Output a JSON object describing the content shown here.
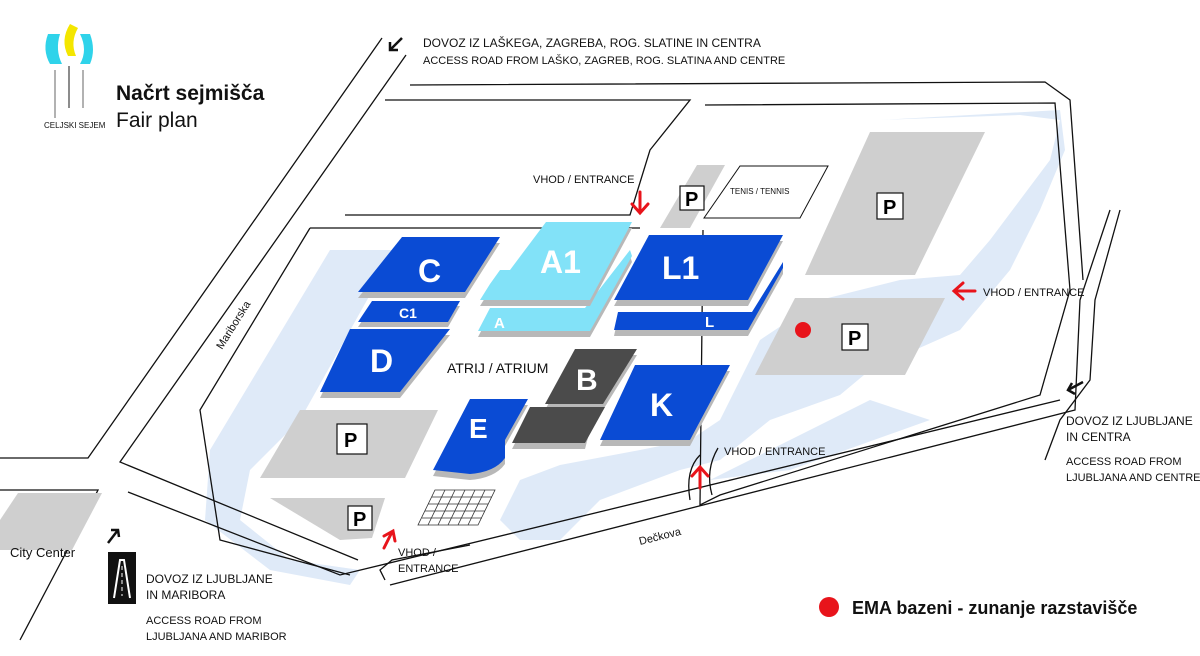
{
  "header": {
    "logo_text": "CELJSKI SEJEM",
    "title_sl": "Načrt sejmišča",
    "title_en": "Fair plan"
  },
  "halls": {
    "c": "C",
    "c1": "C1",
    "d": "D",
    "a1": "A1",
    "a": "A",
    "l1": "L1",
    "l": "L",
    "b": "B",
    "k": "K",
    "e": "E"
  },
  "labels": {
    "atrium_sl": "ATRIJ",
    "atrium_sep": "/",
    "atrium_en": "ATRIUM",
    "tennis": "TENIS / TENNIS",
    "parking": "P",
    "street_mariborska": "Mariborska",
    "street_deckova": "Dečkova",
    "city_center": "City Center"
  },
  "entrances": {
    "north": "VHOD / ENTRANCE",
    "east": "VHOD / ENTRANCE",
    "south_east": "VHOD / ENTRANCE",
    "south_line1": "VHOD /",
    "south_line2": "ENTRANCE"
  },
  "access_roads": {
    "north_sl": "DOVOZ IZ LAŠKEGA, ZAGREBA, ROG. SLATINE IN CENTRA",
    "north_en": "ACCESS ROAD FROM LAŠKO, ZAGREB, ROG. SLATINA AND CENTRE",
    "east_sl_1": "DOVOZ IZ LJUBLJANE",
    "east_sl_2": "IN CENTRA",
    "east_en_1": "ACCESS ROAD FROM",
    "east_en_2": "LJUBLJANA AND CENTRE",
    "south_sl_1": "DOVOZ IZ LJUBLJANE",
    "south_sl_2": "IN MARIBORA",
    "south_en_1": "ACCESS ROAD FROM",
    "south_en_2": "LJUBLJANA AND MARIBOR"
  },
  "legend": {
    "ema": "EMA bazeni - zunanje razstavišče",
    "marker_color": "#e8141b"
  },
  "colors": {
    "hall_blue": "#0a4bd4",
    "hall_cyan": "#82e2f8",
    "hall_dark": "#4b4b4b",
    "parking_gray": "#cfcfcf",
    "ground_blue": "#dfeaf8",
    "arrow_red": "#e8141b"
  }
}
